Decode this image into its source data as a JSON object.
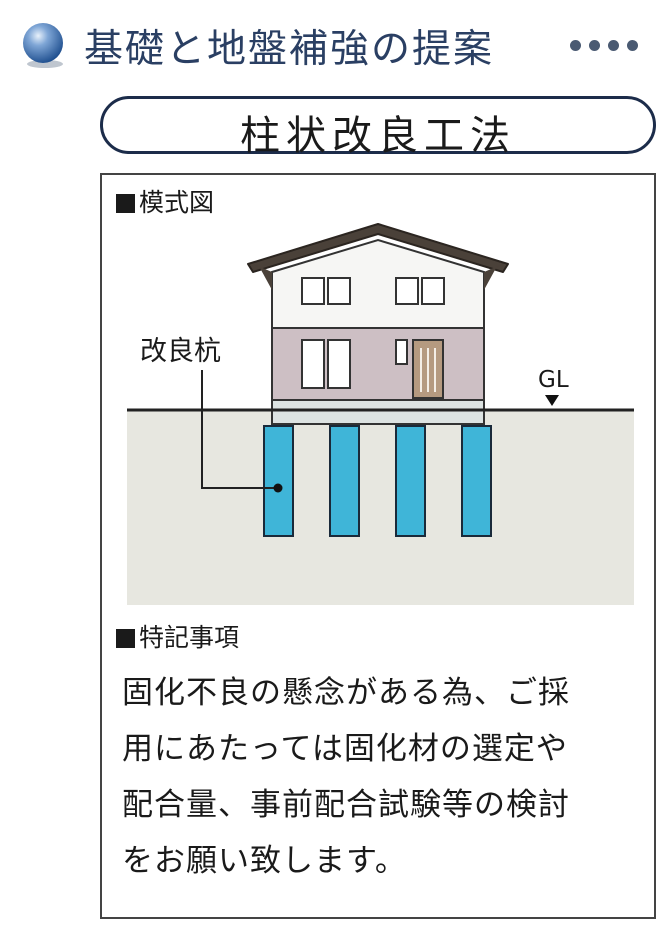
{
  "header": {
    "title": "基礎と地盤補強の提案",
    "decoration": "orb-icon"
  },
  "method": {
    "title": "柱状改良工法"
  },
  "diagram_section": {
    "label": "模式図"
  },
  "diagram": {
    "pile_label": "改良杭",
    "ground_label": "GL",
    "colors": {
      "soil": "#e7e7e0",
      "pile": "#3fb5d8",
      "roof": "#4a4139",
      "upper_wall": "#f6f6f4",
      "lower_wall": "#cdbfc4",
      "foundation": "#dde3e2",
      "door": "#b59a80"
    }
  },
  "notes_section": {
    "label": "特記事項",
    "text": "固化不良の懸念がある為、ご採\n用にあたっては固化材の選定や\n配合量、事前配合試験等の検討\nをお願い致します。"
  }
}
